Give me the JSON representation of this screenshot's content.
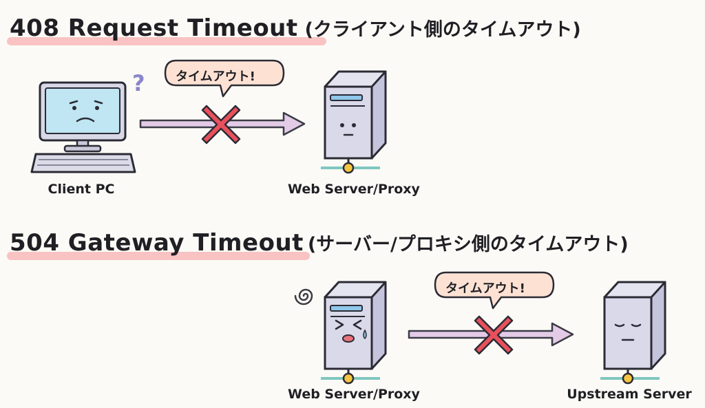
{
  "section_408": {
    "title": "408 Request Timeout",
    "subtitle": "(クライアント側のタイムアウト)",
    "bubble": "タイムアウト!",
    "question_mark": "?",
    "sender_label": "Client PC",
    "receiver_label": "Web Server/Proxy"
  },
  "section_504": {
    "title": "504 Gateway Timeout",
    "subtitle": "(サーバー/プロキシ側のタイムアウト)",
    "bubble": "タイムアウト!",
    "sender_label": "Web Server/Proxy",
    "receiver_label": "Upstream Server"
  },
  "colors": {
    "highlight": "#f7b9b9",
    "arrow": "#e3cbe7",
    "cross": "#e8505b",
    "bubble": "#fde2d4",
    "server_body": "#d3d3e8",
    "screen": "#bfe6f2"
  }
}
